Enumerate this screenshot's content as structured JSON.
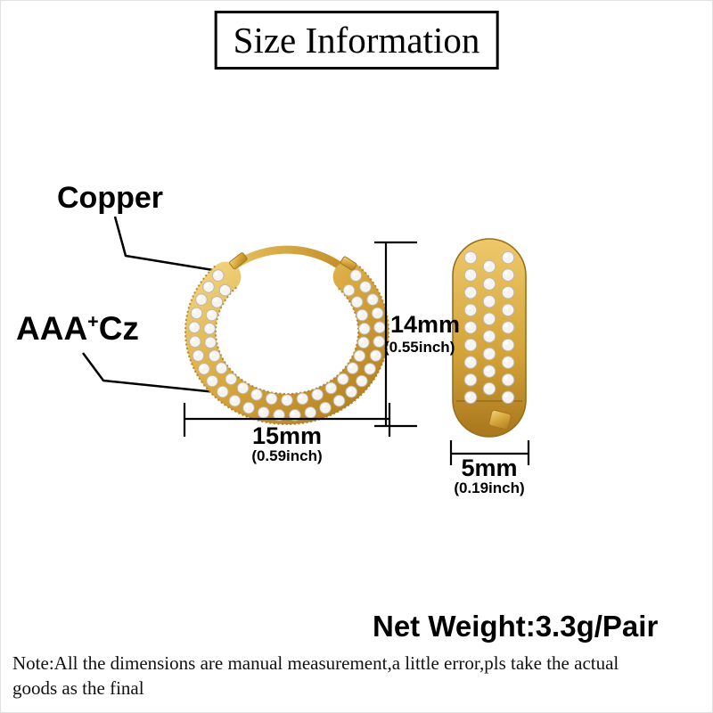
{
  "title": "Size Information",
  "materials": {
    "copper": "Copper",
    "cz_base": "AAA",
    "cz_sup": "+",
    "cz_rest": "Cz"
  },
  "dimensions": {
    "height": {
      "mm": "14mm",
      "inch": "(0.55inch)"
    },
    "width": {
      "mm": "15mm",
      "inch": "(0.59inch)"
    },
    "depth": {
      "mm": "5mm",
      "inch": "(0.19inch)"
    }
  },
  "net_weight": "Net Weight:3.3g/Pair",
  "note": {
    "line1": "Note:All the dimensions are manual measurement,a little error,pls take the actual",
    "line2": "goods as the final"
  },
  "colors": {
    "gold": "#d9a93f",
    "gold_dark": "#a8761c",
    "stone": "#f6f4f0",
    "line": "#000000",
    "background": "#ffffff"
  }
}
